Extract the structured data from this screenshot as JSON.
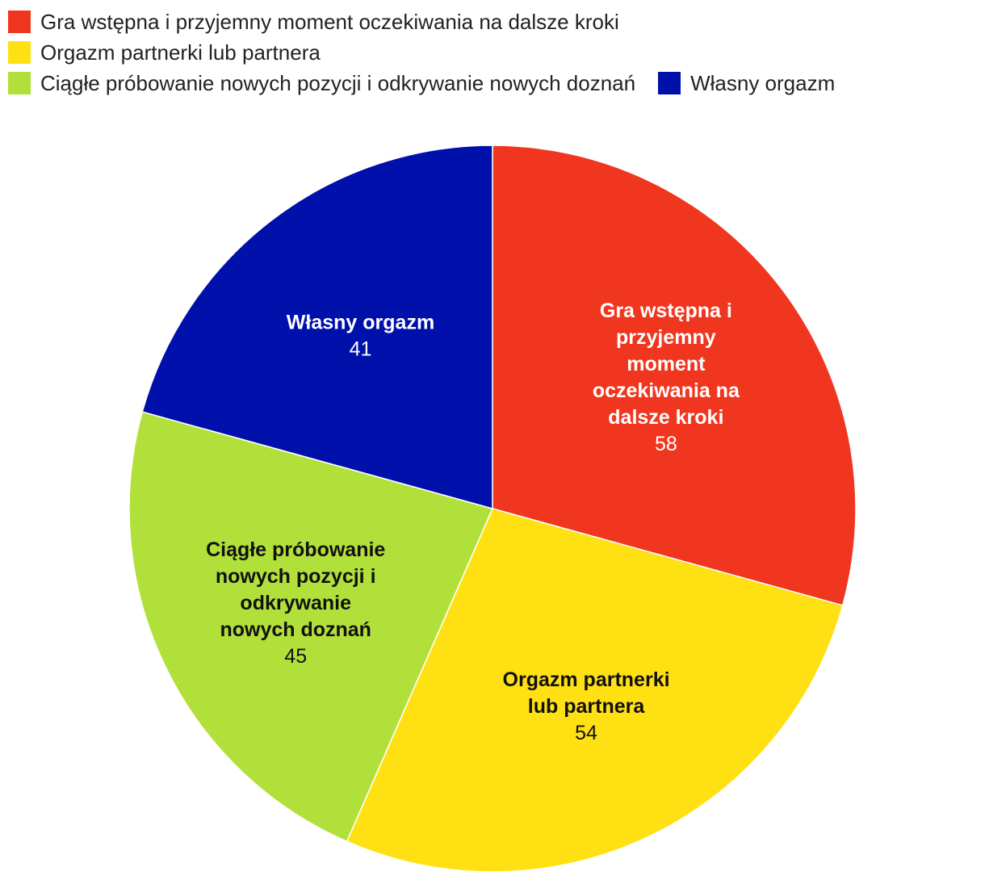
{
  "chart_data": {
    "type": "pie",
    "title": "",
    "legend_position": "top-left",
    "categories": [
      "Gra wstępna i przyjemny moment oczekiwania na dalsze kroki",
      "Orgazm partnerki lub partnera",
      "Ciągłe próbowanie nowych pozycji i odkrywanie nowych doznań",
      "Własny orgazm"
    ],
    "values": [
      58,
      54,
      45,
      41
    ],
    "colors": [
      "#f1361f",
      "#ffe013",
      "#b2e03a",
      "#0010aa"
    ],
    "slice_labels": [
      [
        "Gra wstępna i",
        "przyjemny",
        "moment",
        "oczekiwania na",
        "dalsze kroki"
      ],
      [
        "Orgazm partnerki",
        "lub partnera"
      ],
      [
        "Ciągłe próbowanie",
        "nowych pozycji i",
        "odkrywanie",
        "nowych doznań"
      ],
      [
        "Własny orgazm"
      ]
    ],
    "label_colors": [
      "#ffffff",
      "#111111",
      "#111111",
      "#ffffff"
    ]
  }
}
